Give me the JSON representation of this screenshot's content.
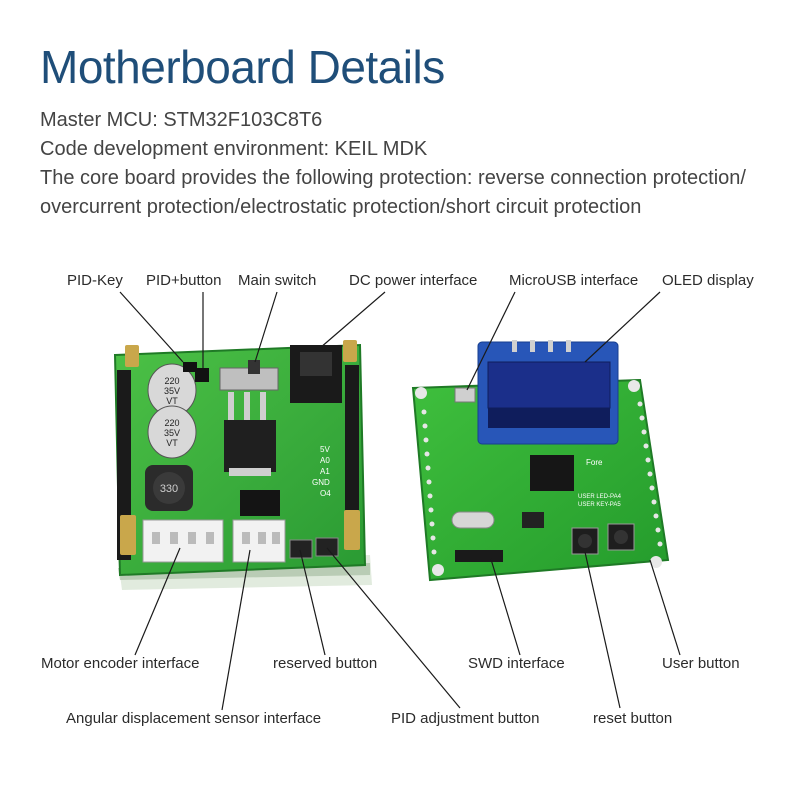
{
  "title": "Motherboard Details",
  "specs": [
    "Master MCU: STM32F103C8T6",
    "Code development environment: KEIL MDK",
    "The core board provides the following protection: reverse connection protection/",
    "overcurrent protection/electrostatic protection/short circuit protection"
  ],
  "callouts": {
    "pid_key": "PID-Key",
    "pid_plus_button": "PID+button",
    "main_switch": "Main switch",
    "dc_power": "DC power interface",
    "microusb": "MicroUSB interface",
    "oled": "OLED display",
    "motor_encoder": "Motor encoder interface",
    "reserved_button": "reserved button",
    "swd": "SWD interface",
    "user_button": "User button",
    "angular_sensor": "Angular displacement sensor interface",
    "pid_adjust": "PID adjustment button",
    "reset_button": "reset button"
  },
  "board_markings": {
    "cap1": "220",
    "cap1_v": "35V",
    "cap1_t": "VT",
    "cap2": "220",
    "cap2_v": "35V",
    "cap2_t": "VT",
    "inductor": "330",
    "pins_5v": "5V",
    "pins_a0": "A0",
    "pins_a1": "A1",
    "pins_gnd": "GND",
    "pins_o4": "O4",
    "mcu_label": "Fore",
    "user_led": "USER LED-PA4",
    "user_key": "USER KEY-PA5"
  },
  "colors": {
    "title": "#1f4e79",
    "pcb": "#3fae3c",
    "pcb_dark": "#2a8f2f",
    "header": "#1a1a1a",
    "oled_screen": "#1b2f8a"
  }
}
